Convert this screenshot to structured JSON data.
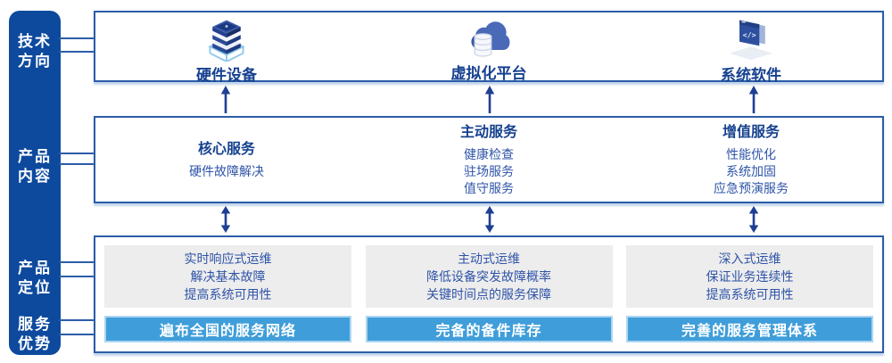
{
  "palette": {
    "sidebar_bg": "#0D4A9E",
    "box_border": "#2B5CA8",
    "heading_text": "#16418F",
    "body_text": "#2F54A8",
    "arrow": "#1E3F94",
    "panel_gray": "#EDEDED",
    "bar_blue": "#3F9EDA",
    "bar_text": "#FFFFFF"
  },
  "sidebar": {
    "labels": [
      {
        "line1": "技术",
        "line2": "方向"
      },
      {
        "line1": "产品",
        "line2": "内容"
      },
      {
        "line1": "产品",
        "line2": "定位"
      },
      {
        "line1": "服务",
        "line2": "优势"
      }
    ]
  },
  "tech_direction": {
    "items": [
      {
        "icon": "server-stack-icon",
        "label": "硬件设备"
      },
      {
        "icon": "cloud-database-icon",
        "label": "虚拟化平台"
      },
      {
        "icon": "code-window-icon",
        "label": "系统软件",
        "glyph": "</>"
      }
    ]
  },
  "product_content": {
    "columns": [
      {
        "title": "核心服务",
        "items": [
          "硬件故障解决"
        ]
      },
      {
        "title": "主动服务",
        "items": [
          "健康检查",
          "驻场服务",
          "值守服务"
        ]
      },
      {
        "title": "增值服务",
        "items": [
          "性能优化",
          "系统加固",
          "应急预演服务"
        ]
      }
    ]
  },
  "product_positioning": {
    "columns": [
      {
        "lines": [
          "实时响应式运维",
          "解决基本故障",
          "提高系统可用性"
        ]
      },
      {
        "lines": [
          "主动式运维",
          "降低设备突发故障概率",
          "关键时间点的服务保障"
        ]
      },
      {
        "lines": [
          "深入式运维",
          "保证业务连续性",
          "提高系统可用性"
        ]
      }
    ]
  },
  "service_advantage": {
    "bars": [
      "遍布全国的服务网络",
      "完备的备件库存",
      "完善的服务管理体系"
    ]
  }
}
